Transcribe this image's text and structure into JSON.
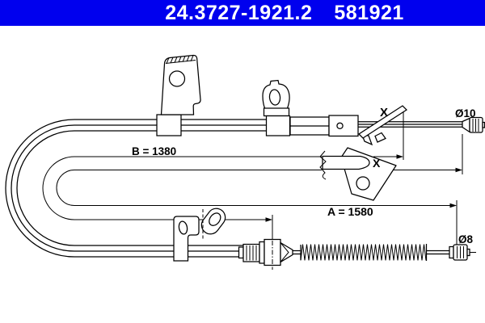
{
  "header": {
    "part_number": "24.3727-1921.2",
    "ref_number": "581921"
  },
  "labels": {
    "dim_b": "B = 1380",
    "dim_a": "A = 1580",
    "diameter_top": "Ø10",
    "diameter_bottom": "Ø8",
    "mark_bracket": "X",
    "mark_detail": "X"
  },
  "colors": {
    "header_bg": "#0000EE",
    "header_text": "#FFFFFF",
    "line": "#000000",
    "background": "#FFFFFF"
  }
}
